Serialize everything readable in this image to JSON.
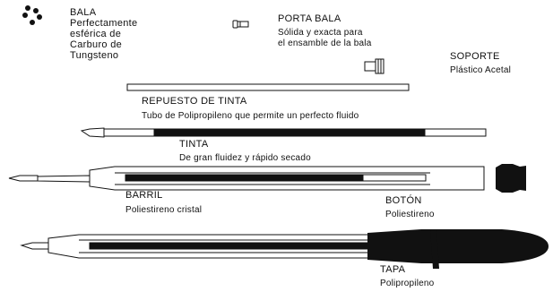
{
  "parts": {
    "bala": {
      "name": "BALA",
      "desc_lines": [
        "Perfectamente",
        "esférica de",
        "Carburo de",
        "Tungsteno"
      ]
    },
    "porta_bala": {
      "name": "PORTA BALA",
      "desc_lines": [
        "Sólida y exacta para",
        "el ensamble de la bala"
      ]
    },
    "soporte": {
      "name": "SOPORTE",
      "desc": "Plástico Acetal"
    },
    "repuesto": {
      "name": "REPUESTO DE TINTA",
      "desc": "Tubo de Polipropileno que permite un perfecto fluido"
    },
    "tinta": {
      "name": "TINTA",
      "desc": "De gran fluidez y rápido secado"
    },
    "barril": {
      "name": "BARRIL",
      "desc": "Poliestireno cristal"
    },
    "boton": {
      "name": "BOTÓN",
      "desc": "Poliestireno"
    },
    "tapa": {
      "name": "TAPA",
      "desc": "Polipropileno"
    }
  }
}
